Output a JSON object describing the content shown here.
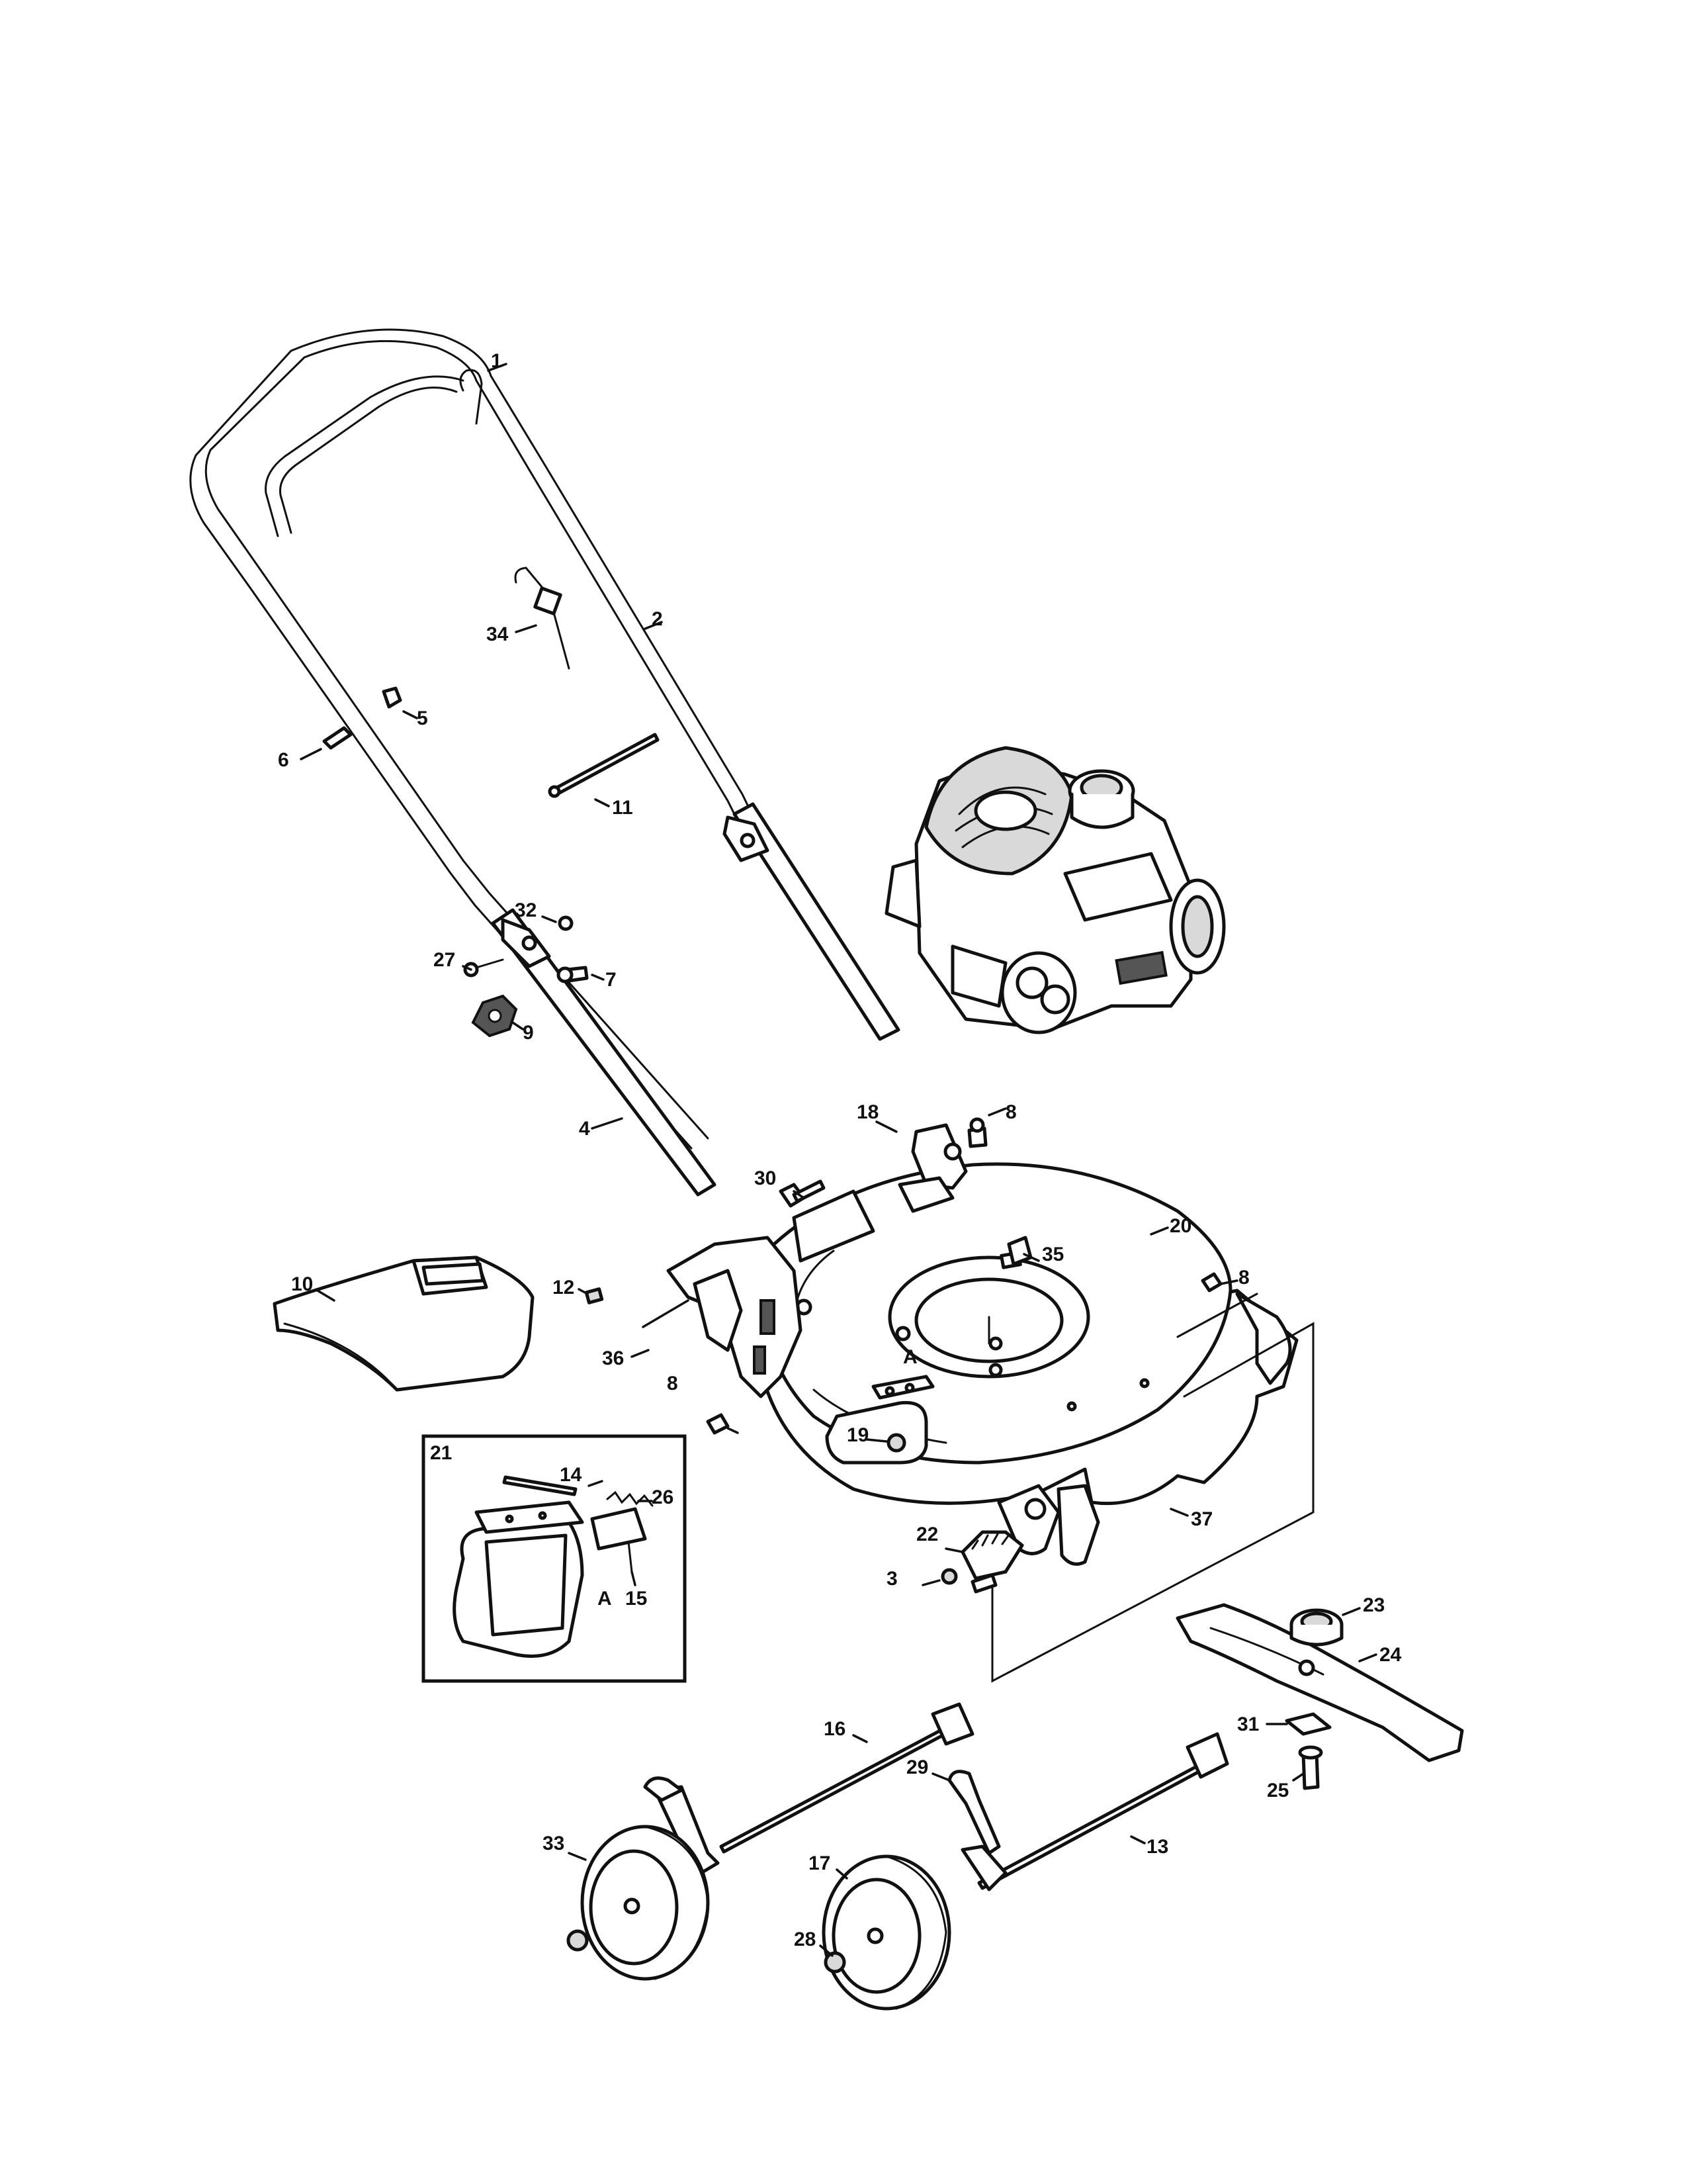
{
  "colors": {
    "line": "#111111",
    "shade": "#d9d9d9",
    "background": "#ffffff"
  },
  "parts": {
    "p1": "1",
    "p2": "2",
    "p3": "3",
    "p4": "4",
    "p5": "5",
    "p6": "6",
    "p7": "7",
    "p8": "8",
    "p9": "9",
    "p10": "10",
    "p11": "11",
    "p12": "12",
    "p13": "13",
    "p14": "14",
    "p15": "15",
    "p16": "16",
    "p17": "17",
    "p18": "18",
    "p19": "19",
    "p20": "20",
    "p21": "21",
    "p22": "22",
    "p23": "23",
    "p24": "24",
    "p25": "25",
    "p26": "26",
    "p27": "27",
    "p28": "28",
    "p29": "29",
    "p30": "30",
    "p31": "31",
    "p32": "32",
    "p33": "33",
    "p34": "34",
    "p35": "35",
    "p36": "36",
    "p37": "37"
  },
  "markers": {
    "a": "A"
  }
}
